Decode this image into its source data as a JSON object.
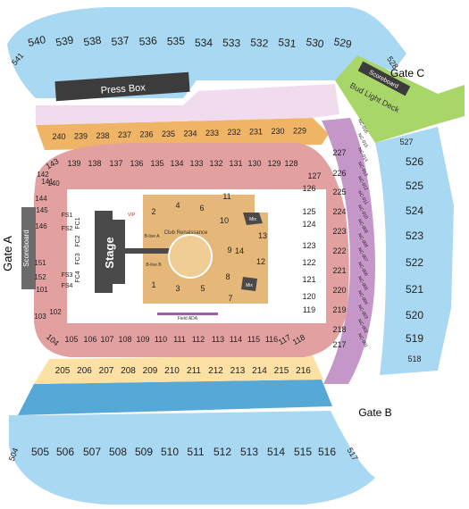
{
  "colors": {
    "upper": "#a9d8f2",
    "lower": "#e2a0a0",
    "orange": "#f0b467",
    "lilac": "#f1dcee",
    "purple": "#c497c8",
    "blue_row": "#56a9d6",
    "peach": "#fce0a4",
    "field_tan": "#e5b778",
    "press": "#3c3c3c",
    "stage": "#4a4a4a",
    "bud": "#a9d668"
  },
  "labels": {
    "press_box": "Press Box",
    "scoreboard": "Scoreboard",
    "bud_light": "Bud Light Deck",
    "stage": "Stage",
    "club_renaissance": "Club Renaissance",
    "gate_a": "Gate A",
    "gate_b": "Gate B",
    "gate_c": "Gate C",
    "mix": "Mix",
    "field_ada": "Field ADA",
    "b_live_a": "B-live A",
    "b_live_b": "B-live B",
    "vip": "VIP"
  },
  "sections": {
    "upper_north": [
      "540",
      "539",
      "538",
      "537",
      "536",
      "535",
      "534",
      "533",
      "532",
      "531",
      "530",
      "529"
    ],
    "upper_north_end_left": "541",
    "upper_north_end_right": "528",
    "upper_east": [
      "527",
      "526",
      "525",
      "524",
      "523",
      "522",
      "521",
      "520",
      "519",
      "518"
    ],
    "upper_south": [
      "504",
      "505",
      "506",
      "507",
      "508",
      "509",
      "510",
      "511",
      "512",
      "513",
      "514",
      "515",
      "516",
      "517"
    ],
    "orange_north": [
      "240",
      "239",
      "238",
      "237",
      "236",
      "235",
      "234",
      "233",
      "232",
      "231",
      "230",
      "229"
    ],
    "lower_north": [
      "143",
      "139",
      "138",
      "137",
      "136",
      "135",
      "134",
      "133",
      "132",
      "131",
      "130",
      "129",
      "128"
    ],
    "lower_west": [
      "142",
      "141",
      "140",
      "144",
      "145",
      "146",
      "151",
      "152",
      "101",
      "103",
      "102"
    ],
    "lower_south": [
      "104",
      "105",
      "106",
      "107",
      "108",
      "109",
      "110",
      "111",
      "112",
      "113",
      "114",
      "115",
      "116",
      "117",
      "118"
    ],
    "lower_east_inner": [
      "127",
      "126",
      "125",
      "124",
      "123",
      "122",
      "121",
      "120",
      "119"
    ],
    "lower_east_outer": [
      "227",
      "226",
      "225",
      "224",
      "223",
      "222",
      "221",
      "220",
      "219",
      "218",
      "217"
    ],
    "peach_south": [
      "205",
      "206",
      "207",
      "208",
      "209",
      "210",
      "211",
      "212",
      "213",
      "214",
      "215",
      "216"
    ],
    "nc": [
      "NC-016",
      "NC-015",
      "NC-014",
      "NC-013",
      "NC-012",
      "NC-011",
      "NC-010",
      "NC-009",
      "NC-008",
      "NC-007",
      "NC-006",
      "NC-005",
      "NC-004",
      "NC-003",
      "NC-002",
      "NC-001"
    ],
    "fs_top": [
      "FS1",
      "FS2"
    ],
    "fs_bottom": [
      "FS3",
      "FS4"
    ],
    "fc": [
      "FC1",
      "FC2",
      "FC3",
      "FC4"
    ],
    "field": [
      "1",
      "2",
      "3",
      "4",
      "5",
      "6",
      "7",
      "8",
      "9",
      "10",
      "11",
      "12",
      "13",
      "14"
    ]
  }
}
